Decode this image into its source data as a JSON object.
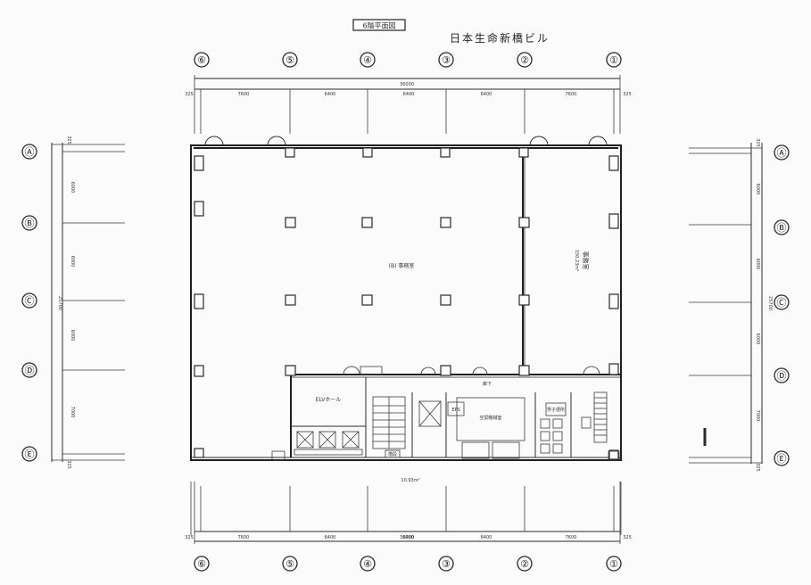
{
  "title_block": {
    "badge": "6階平面図",
    "building_name": "日本生命新橋ビル"
  },
  "grid": {
    "columns": [
      "①",
      "②",
      "③",
      "④",
      "⑤",
      "⑥"
    ],
    "rows": [
      "Ⓐ",
      "Ⓑ",
      "Ⓒ",
      "Ⓓ",
      "Ⓔ"
    ]
  },
  "dimensions": {
    "top_segments": [
      "325",
      "7600",
      "6400",
      "6400",
      "6400",
      "7600",
      "325"
    ],
    "top_total": "36000",
    "bottom_segments": [
      "325",
      "7600",
      "6400",
      "6400",
      "6400",
      "7600",
      "325"
    ],
    "bottom_total": "36000",
    "left_segments": [
      "325",
      "6000",
      "6000",
      "6000",
      "7000",
      "325"
    ],
    "left_total": "25700",
    "right_segments": [
      "325",
      "6000",
      "6000",
      "6000",
      "7000",
      "325"
    ],
    "right_total": "25700"
  },
  "rooms": {
    "office_main": "(B) 事務室",
    "office_b": "事務室",
    "office_b_area": "150.23m²",
    "elevator_hall": "ELVホール",
    "eps": "EPS",
    "corridor": "廊下",
    "machine_room": "空調機械室",
    "wc_m": "男子便所",
    "core_area": "10.93m²",
    "stair": "階段"
  }
}
